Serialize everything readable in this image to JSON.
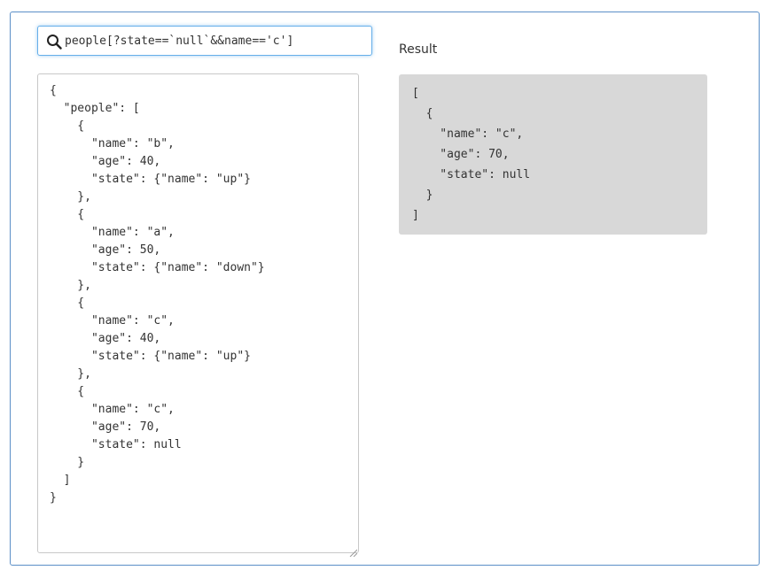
{
  "search": {
    "value": "people[?state==`null`&&name=='c']"
  },
  "editor": {
    "text": "{\n  \"people\": [\n    {\n      \"name\": \"b\",\n      \"age\": 40,\n      \"state\": {\"name\": \"up\"}\n    },\n    {\n      \"name\": \"a\",\n      \"age\": 50,\n      \"state\": {\"name\": \"down\"}\n    },\n    {\n      \"name\": \"c\",\n      \"age\": 40,\n      \"state\": {\"name\": \"up\"}\n    },\n    {\n      \"name\": \"c\",\n      \"age\": 70,\n      \"state\": null\n    }\n  ]\n}"
  },
  "result": {
    "label": "Result",
    "text": "[\n  {\n    \"name\": \"c\",\n    \"age\": 70,\n    \"state\": null\n  }\n]"
  },
  "icons": {
    "search": "search-icon",
    "resize": "resize-grip-icon"
  },
  "colors": {
    "frame_border": "#5b8fc7",
    "focus_border": "#66afe9",
    "result_background": "#d8d8d8",
    "text": "#333333"
  }
}
